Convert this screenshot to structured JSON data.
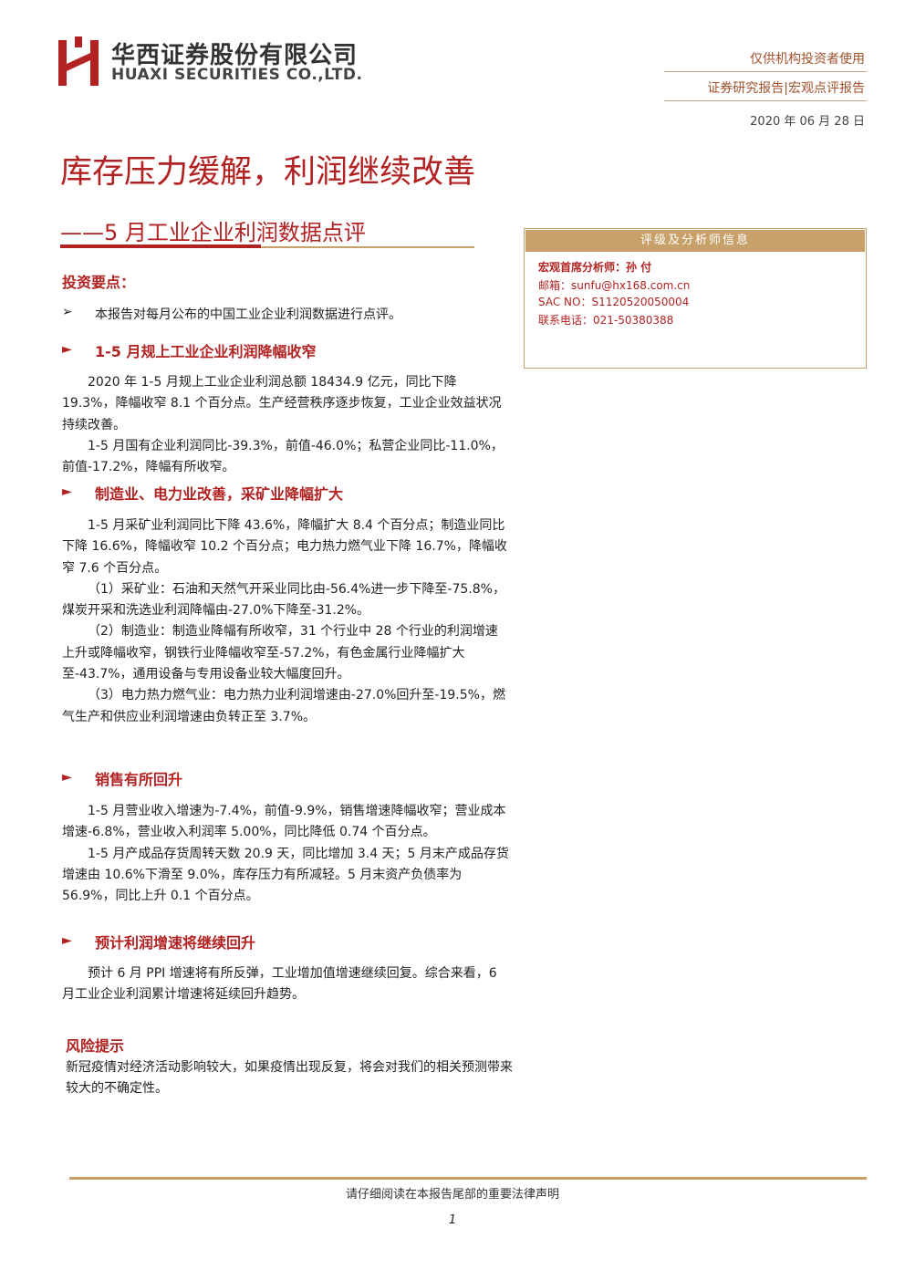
{
  "header": {
    "company_cn": "华西证券股份有限公司",
    "company_en": "HUAXI SECURITIES CO.,LTD.",
    "note_institutional": "仅供机构投资者使用",
    "report_type": "证券研究报告|宏观点评报告",
    "date": "2020 年 06 月 28 日"
  },
  "title": "库存压力缓解，利润继续改善",
  "subtitle": "——5 月工业企业利润数据点评",
  "analyst_box": {
    "heading": "评级及分析师信息",
    "analyst": "宏观首席分析师：孙 付",
    "email": "邮箱：sunfu@hx168.com.cn",
    "sac": "SAC NO：S1120520050004",
    "phone": "联系电话：021-50380388"
  },
  "body": {
    "key_points_heading": "投资要点：",
    "intro_bullet": "➢",
    "intro": "本报告对每月公布的中国工业企业利润数据进行点评。",
    "arrow": "►",
    "sections": [
      {
        "heading": "1-5 月规上工业企业利润降幅收窄",
        "paras": [
          "2020 年 1-5 月规上工业企业利润总额 18434.9 亿元，同比下降 19.3%，降幅收窄 8.1 个百分点。生产经营秩序逐步恢复，工业企业效益状况持续改善。",
          "1-5 月国有企业利润同比-39.3%，前值-46.0%；私营企业同比-11.0%，前值-17.2%，降幅有所收窄。"
        ]
      },
      {
        "heading": "制造业、电力业改善，采矿业降幅扩大",
        "paras": [
          "1-5 月采矿业利润同比下降 43.6%，降幅扩大 8.4 个百分点；制造业同比下降 16.6%，降幅收窄 10.2 个百分点；电力热力燃气业下降 16.7%，降幅收窄 7.6 个百分点。",
          "（1）采矿业：石油和天然气开采业同比由-56.4%进一步下降至-75.8%，煤炭开采和洗选业利润降幅由-27.0%下降至-31.2%。",
          "（2）制造业：制造业降幅有所收窄，31 个行业中 28 个行业的利润增速上升或降幅收窄，钢铁行业降幅收窄至-57.2%，有色金属行业降幅扩大至-43.7%，通用设备与专用设备业较大幅度回升。",
          "（3）电力热力燃气业：电力热力业利润增速由-27.0%回升至-19.5%，燃气生产和供应业利润增速由负转正至 3.7%。"
        ]
      },
      {
        "heading": "销售有所回升",
        "paras": [
          "1-5 月营业收入增速为-7.4%，前值-9.9%，销售增速降幅收窄；营业成本增速-6.8%，营业收入利润率 5.00%，同比降低 0.74 个百分点。",
          "1-5 月产成品存货周转天数 20.9 天，同比增加 3.4 天；5 月末产成品存货增速由 10.6%下滑至 9.0%，库存压力有所减轻。5 月末资产负债率为 56.9%，同比上升 0.1 个百分点。"
        ]
      },
      {
        "heading": "预计利润增速将继续回升",
        "paras": [
          "预计 6 月 PPI 增速将有所反弹，工业增加值增速继续回复。综合来看，6 月工业企业利润累计增速将延续回升趋势。"
        ]
      }
    ],
    "risk_heading": "风险提示",
    "risk_text": "新冠疫情对经济活动影响较大，如果疫情出现反复，将会对我们的相关预测带来较大的不确定性。"
  },
  "footer": {
    "disclaimer": "请仔细阅读在本报告尾部的重要法律声明",
    "page": "1"
  },
  "colors": {
    "accent_red": "#b22222",
    "gold": "#c8a06a"
  }
}
